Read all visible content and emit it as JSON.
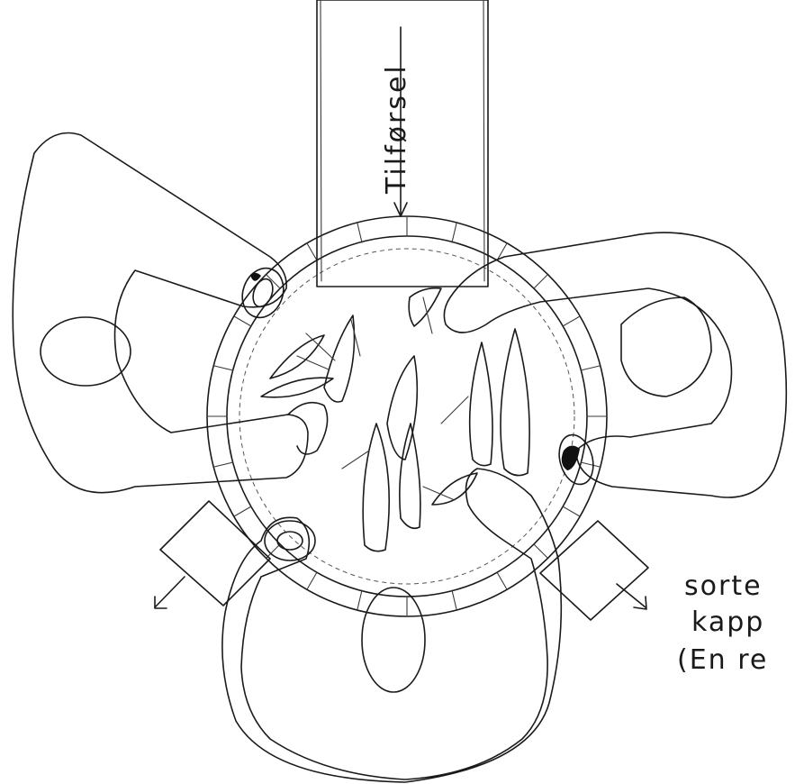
{
  "feed_chute": {
    "label": "Tilførsel"
  },
  "side_note": {
    "line1": "sorte",
    "line2": "kapp",
    "line3": "(En re"
  }
}
